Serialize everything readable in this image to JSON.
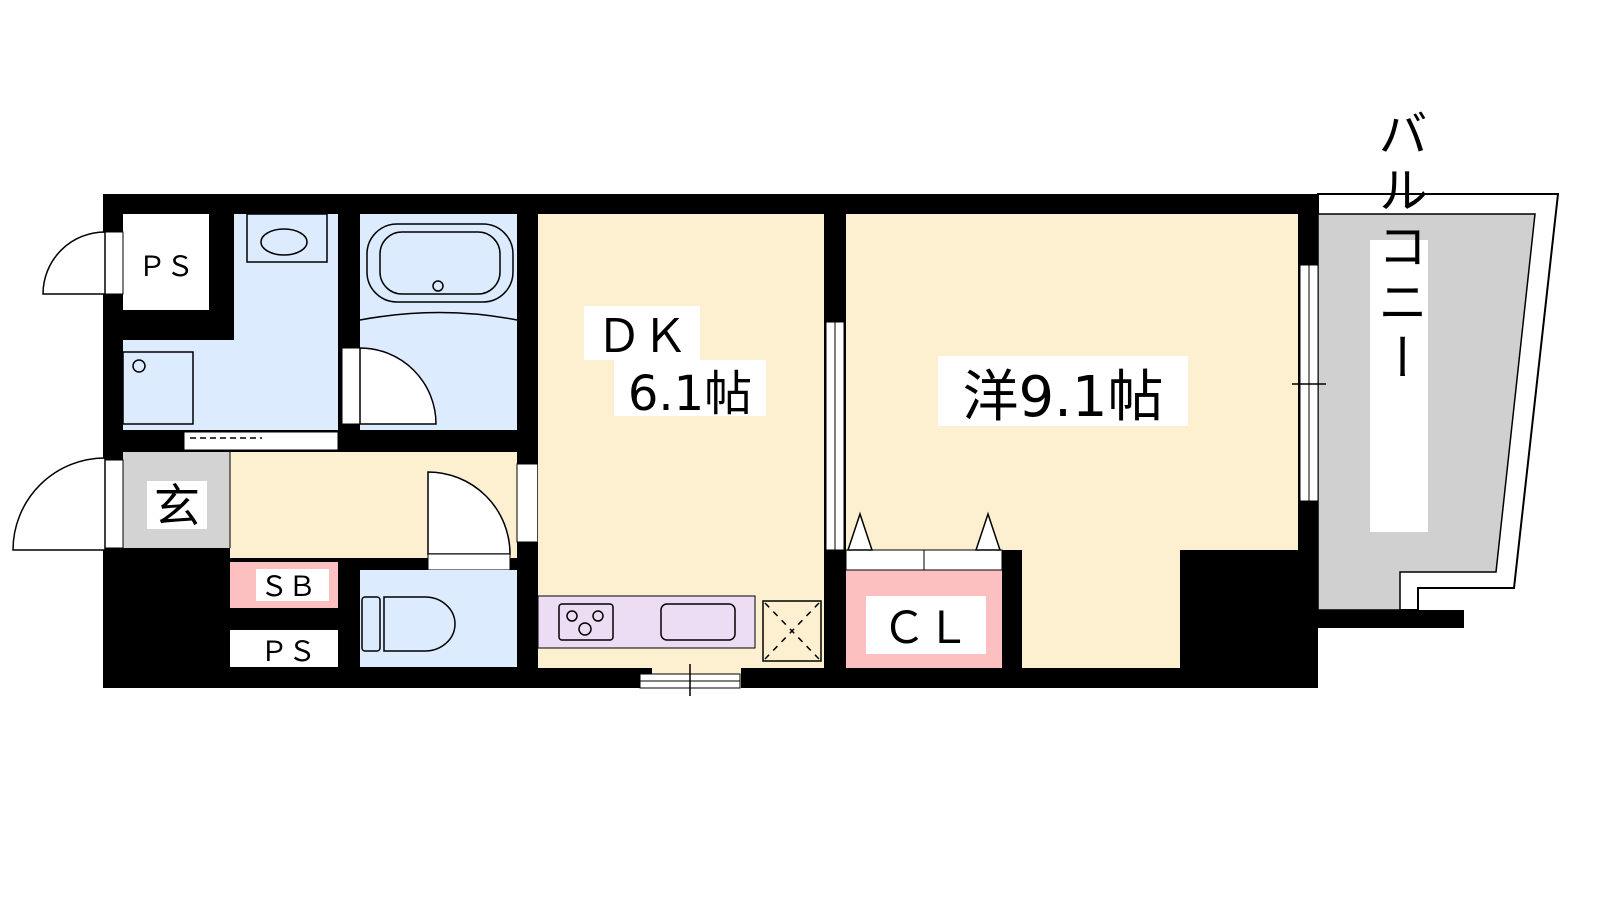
{
  "floorplan": {
    "rooms": {
      "ps_top": "ＰＳ",
      "genkan": "玄",
      "sb": "ＳＢ",
      "ps_bottom": "ＰＳ",
      "dk_name": "ＤＫ",
      "dk_size": "6.1帖",
      "western": "洋9.1帖",
      "cl": "ＣＬ",
      "balcony": "バルコニー"
    },
    "colors": {
      "wall": "#000000",
      "wet_area": "#dcebfd",
      "living": "#fdf0d1",
      "storage": "#fdc0c0",
      "kitchen": "#ecdcf4",
      "entrance": "#d3d3d3",
      "balcony": "#d0d0d0"
    }
  }
}
